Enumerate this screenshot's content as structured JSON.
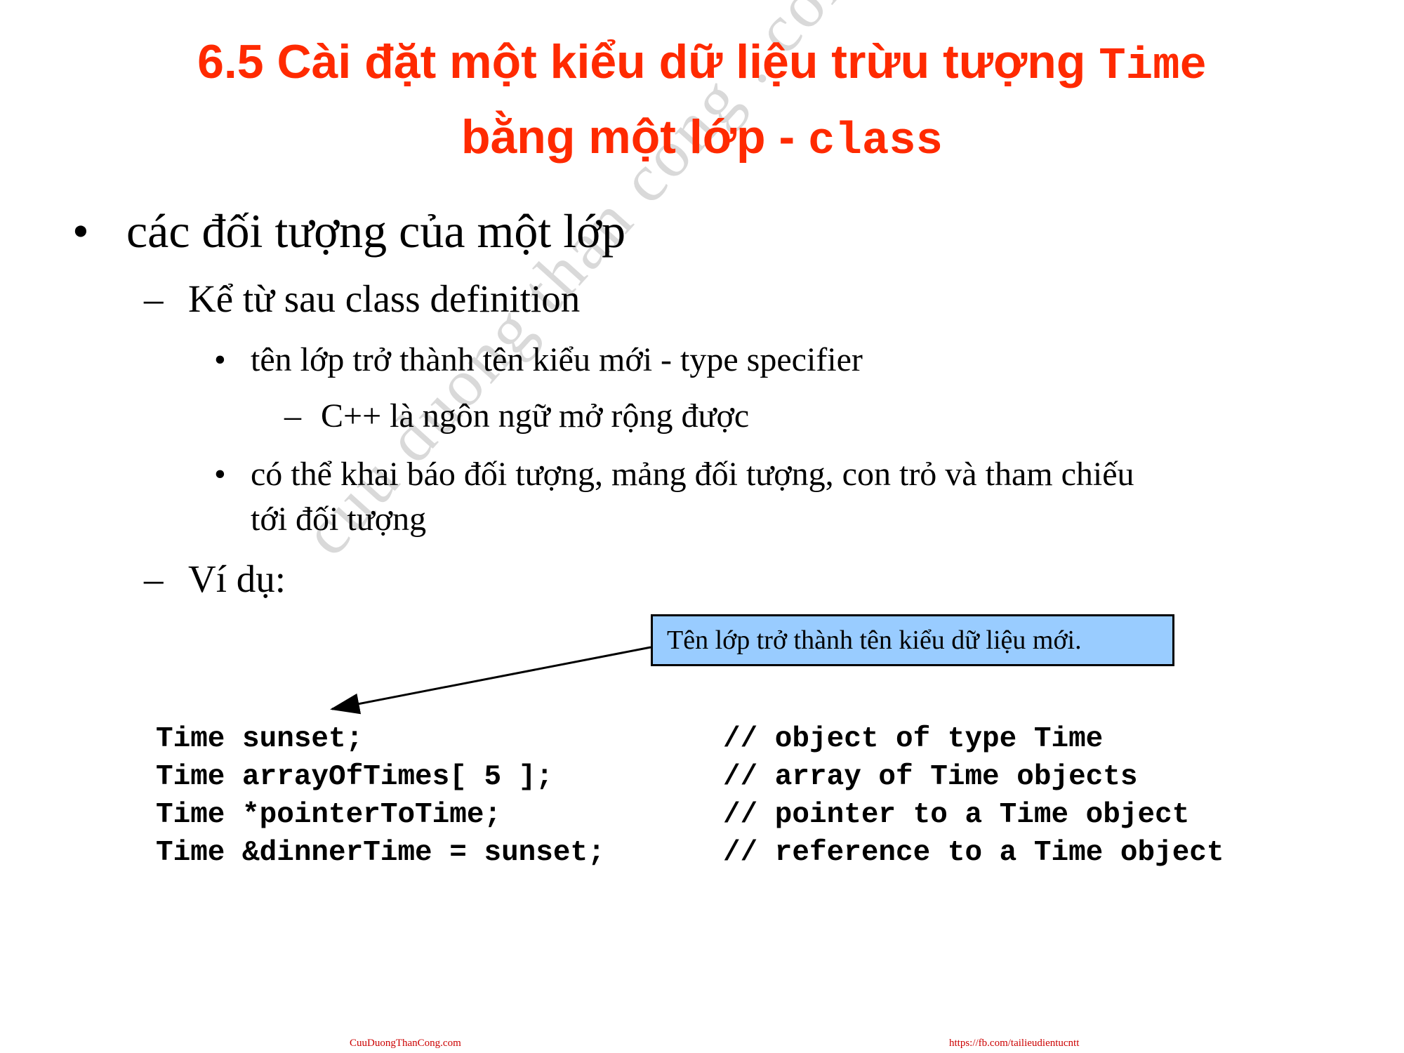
{
  "title": {
    "line1_text": "6.5 Cài đặt một kiểu dữ liệu trừu tượng ",
    "line1_code": "Time",
    "line2_text": "bằng một lớp - ",
    "line2_code": "class"
  },
  "bullets": {
    "b1": "các đối tượng của một lớp",
    "b1_sub1": "Kể từ sau class definition",
    "b1_sub1_item1": "tên lớp trở thành tên kiểu mới - type specifier",
    "b1_sub1_item1_sub": "C++ là ngôn ngữ mở rộng được",
    "b1_sub1_item2_line1": "có thể khai báo đối tượng, mảng đối tượng, con trỏ và tham chiếu",
    "b1_sub1_item2_line2": "tới đối tượng",
    "b1_sub2": "Ví dụ:"
  },
  "markers": {
    "bullet": "•",
    "dash": "–"
  },
  "callout": {
    "text": "Tên lớp trở thành tên kiểu dữ liệu mới."
  },
  "code_lines": [
    {
      "code": "Time sunset;",
      "comment": "// object of type Time"
    },
    {
      "code": "Time arrayOfTimes[ 5 ];",
      "comment": "// array of Time objects"
    },
    {
      "code": "Time *pointerToTime;",
      "comment": "// pointer to a Time object"
    },
    {
      "code": "Time &dinnerTime = sunset;",
      "comment": "// reference to a Time object"
    }
  ],
  "watermark": "cuu duong than cong . com",
  "footer": {
    "left": "CuuDuongThanCong.com",
    "right": "https://fb.com/tailieudientucntt"
  },
  "colors": {
    "title": "#ff2a00",
    "callout_bg": "#99ccff",
    "footer": "#cc0000"
  }
}
